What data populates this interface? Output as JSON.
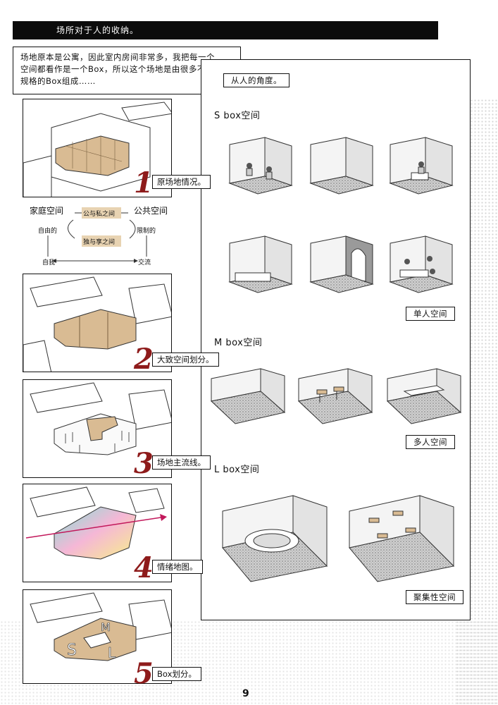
{
  "header": {
    "title": "场所对于人的收纳。"
  },
  "intro": {
    "line1": "场地原本是公寓，因此室内房间非常多，我把每一个",
    "line2": "空间都看作是一个Box，所以这个场地是由很多不同",
    "line3": "规格的Box组成……"
  },
  "right": {
    "perspective_label": "从人的角度。",
    "s_title": "S box空间",
    "m_title": "M box空间",
    "l_title": "L box空间",
    "single_label": "单人空间",
    "multi_label": "多人空间",
    "gather_label": "聚集性空间"
  },
  "steps": [
    {
      "num": "1",
      "label": "原场地情况。"
    },
    {
      "num": "2",
      "label": "大致空间划分。"
    },
    {
      "num": "3",
      "label": "场地主流线。"
    },
    {
      "num": "4",
      "label": "情绪地图。"
    },
    {
      "num": "5",
      "label": "Box划分。"
    }
  ],
  "diagram": {
    "family": "家庭空间",
    "public": "公共空间",
    "top_center": "公与私之间",
    "bottom_center": "独与享之间",
    "free": "自由的",
    "limited": "限制的",
    "self": "自我",
    "exchange": "交流"
  },
  "page_number": "9",
  "colors": {
    "wood": "#d9bb93",
    "accent_red": "#8e1b1b",
    "ink": "#111111",
    "header_bg": "#0b0b0b"
  }
}
